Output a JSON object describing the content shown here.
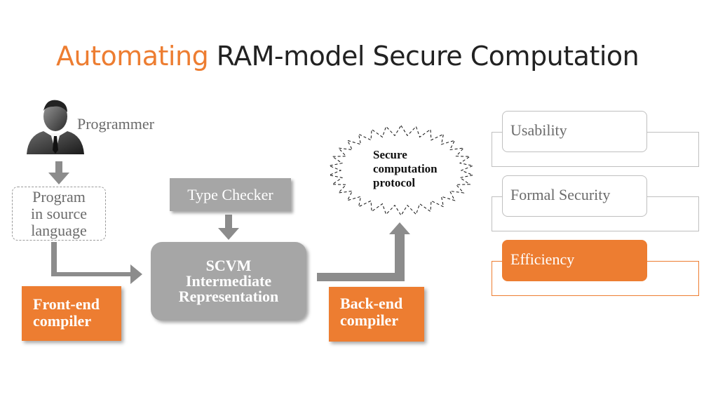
{
  "title": {
    "accent": "Automating",
    "rest": " RAM-model Secure Computation"
  },
  "programmer_label": "Programmer",
  "source_program": "Program\nin source\nlanguage",
  "type_checker": "Type Checker",
  "scvm": "SCVM\nIntermediate\nRepresentation",
  "frontend_compiler": "Front-end\ncompiler",
  "backend_compiler": "Back-end\ncompiler",
  "protocol": "Secure\ncomputation\nprotocol",
  "properties": [
    {
      "label": "Usability",
      "active": false
    },
    {
      "label": "Formal Security",
      "active": false
    },
    {
      "label": "Efficiency",
      "active": true
    }
  ],
  "colors": {
    "accent": "#ED7D31",
    "gray_box": "#A6A6A6",
    "arrow": "#8C8C8C"
  },
  "icons": {
    "programmer": "person-silhouette-icon"
  }
}
